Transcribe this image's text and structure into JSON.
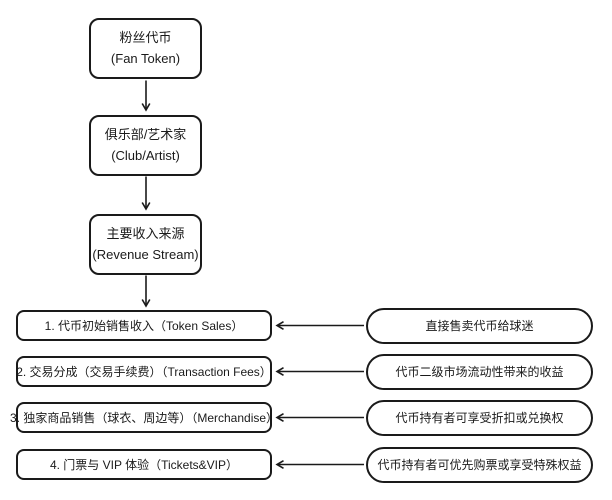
{
  "diagram": {
    "flow_nodes": [
      {
        "title": "粉丝代币",
        "subtitle": "(Fan Token)"
      },
      {
        "title": "俱乐部/艺术家",
        "subtitle": "(Club/Artist)"
      },
      {
        "title": "主要收入来源",
        "subtitle": "(Revenue Stream)"
      }
    ],
    "revenue_rows": [
      {
        "item": "1. 代币初始销售收入（Token Sales）",
        "note": "直接售卖代币给球迷"
      },
      {
        "item": "2. 交易分成（交易手续费）（Transaction Fees）",
        "note": "代币二级市场流动性带来的收益"
      },
      {
        "item": "3. 独家商品销售（球衣、周边等）（Merchandise）",
        "note": "代币持有者可享受折扣或兑换权"
      },
      {
        "item": "4. 门票与 VIP 体验（Tickets&VIP）",
        "note": "代币持有者可优先购票或享受特殊权益"
      }
    ],
    "colors": {
      "stroke": "#1a1a1a",
      "text": "#1a1a1a",
      "background": "#ffffff"
    }
  }
}
